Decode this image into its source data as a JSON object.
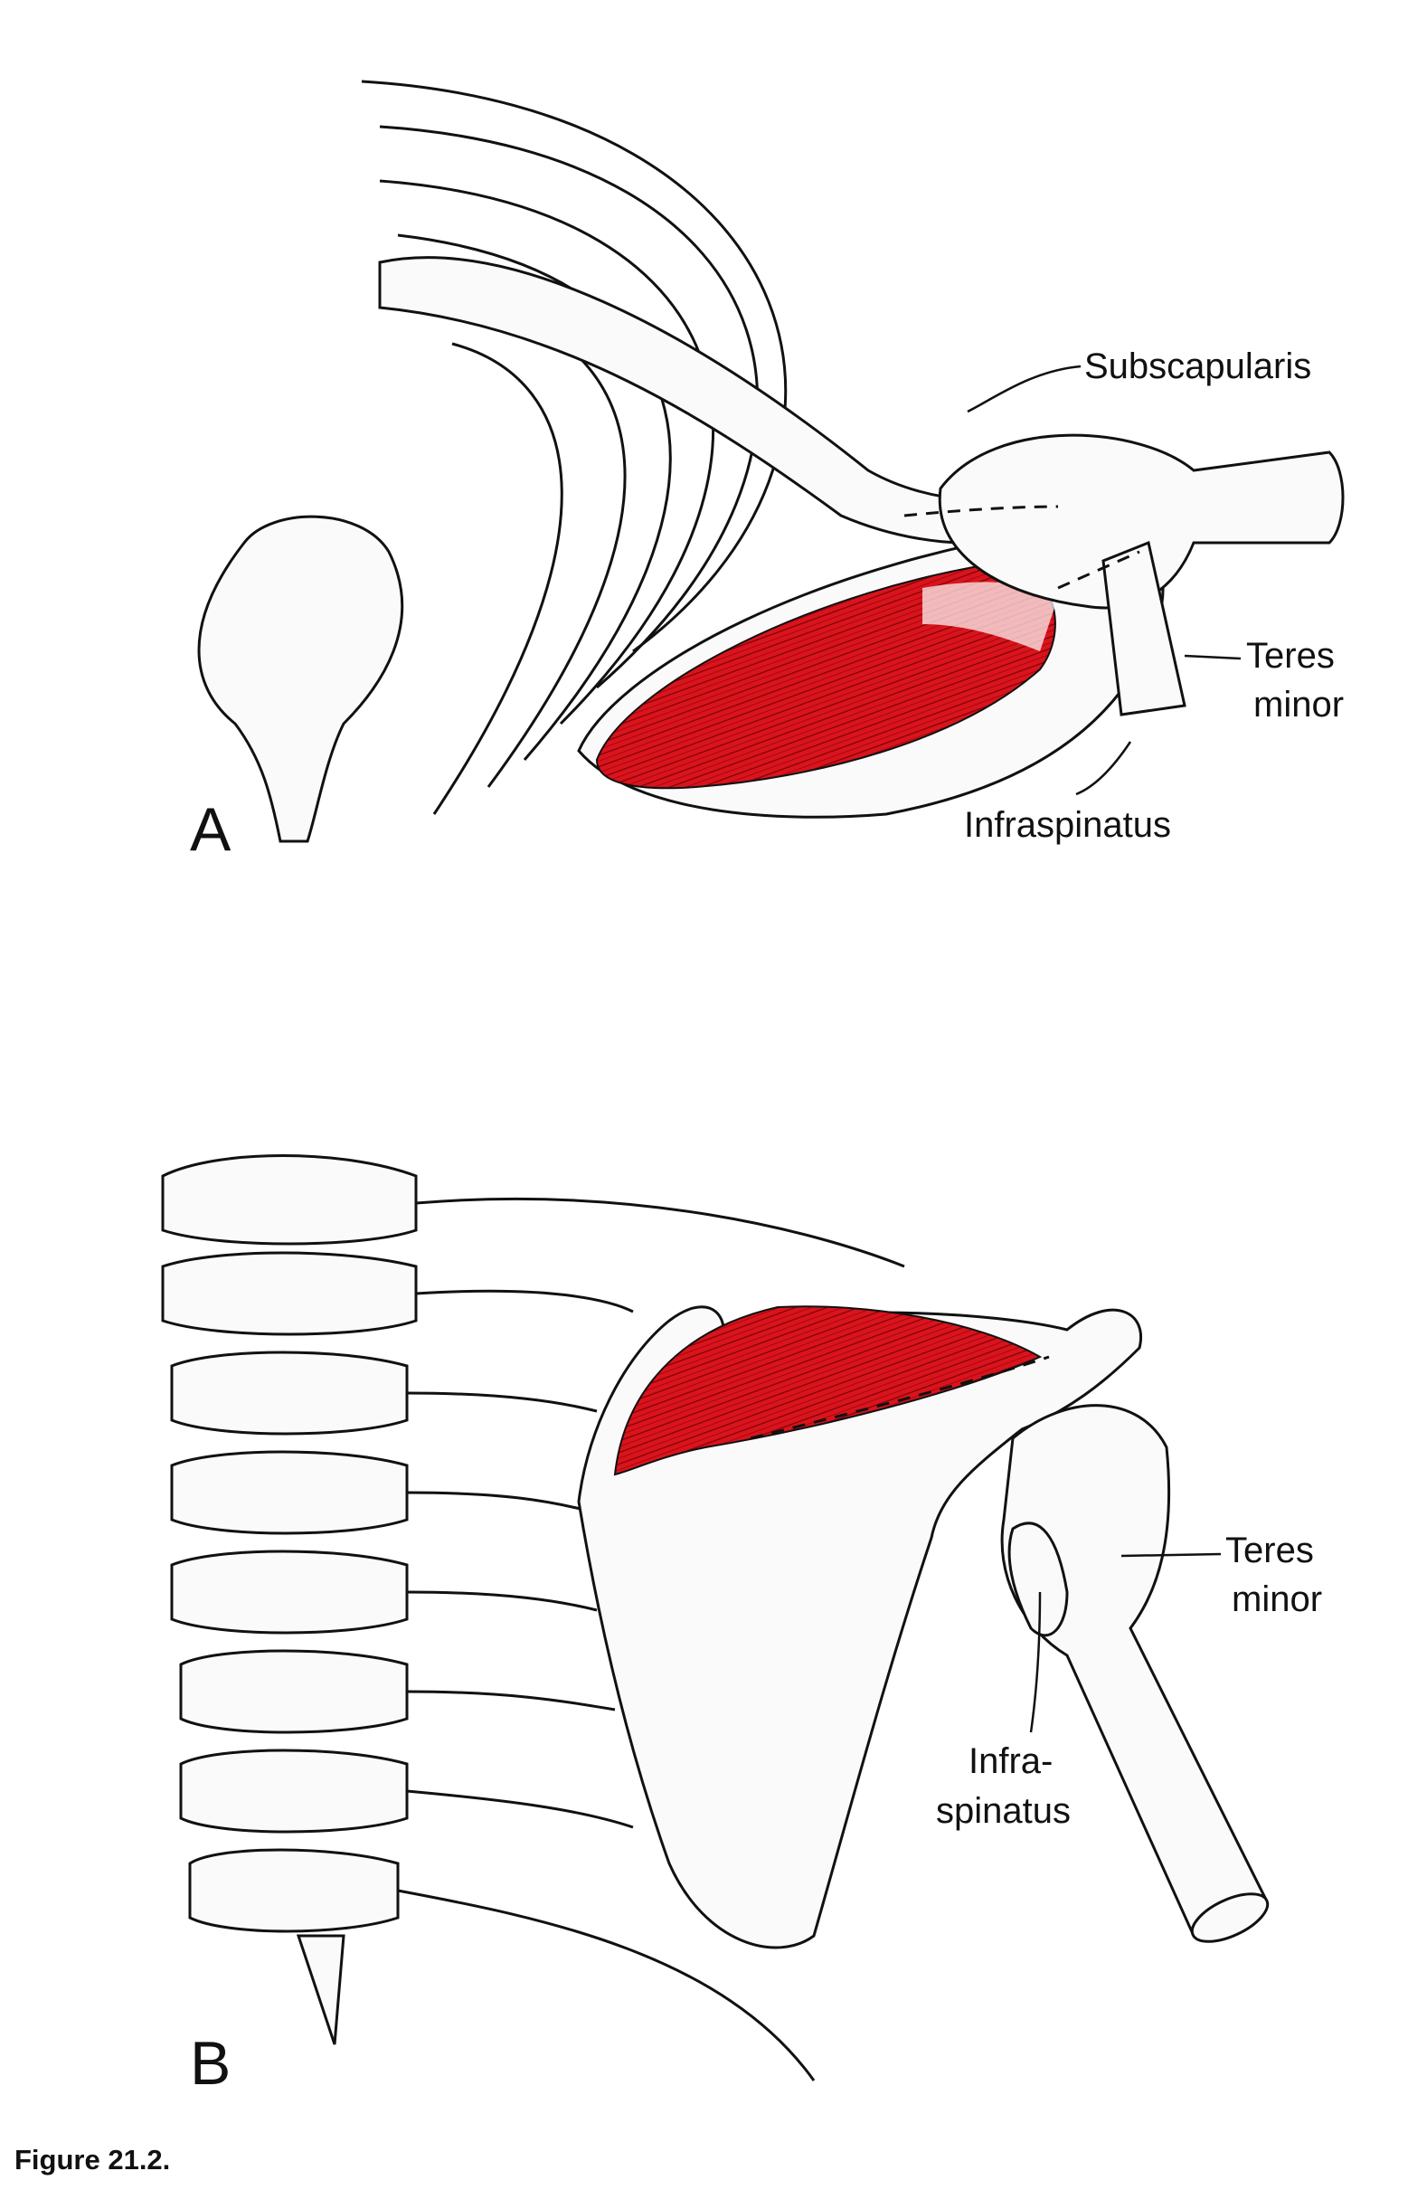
{
  "figure": {
    "caption": "Figure 21.2.",
    "muscle_color": "#d9141c",
    "panel_a": {
      "letter": "A",
      "labels": {
        "subscapularis": "Subscapularis",
        "teres_minor_1": "Teres",
        "teres_minor_2": "minor",
        "infraspinatus": "Infraspinatus"
      }
    },
    "panel_b": {
      "letter": "B",
      "labels": {
        "teres_minor_1": "Teres",
        "teres_minor_2": "minor",
        "infraspinatus_1": "Infra-",
        "infraspinatus_2": "spinatus"
      }
    }
  }
}
